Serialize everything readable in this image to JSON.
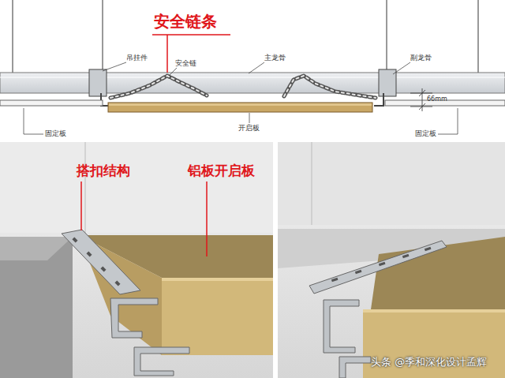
{
  "diagram": {
    "labels": [
      "安全链条",
      "吊挂件",
      "安全链",
      "主龙骨",
      "副龙骨",
      "66mm",
      "固定板",
      "开启板",
      "固定板",
      "搭扣结构",
      "铝板开启板",
      "头条 @季和深化设计孟辉"
    ]
  }
}
